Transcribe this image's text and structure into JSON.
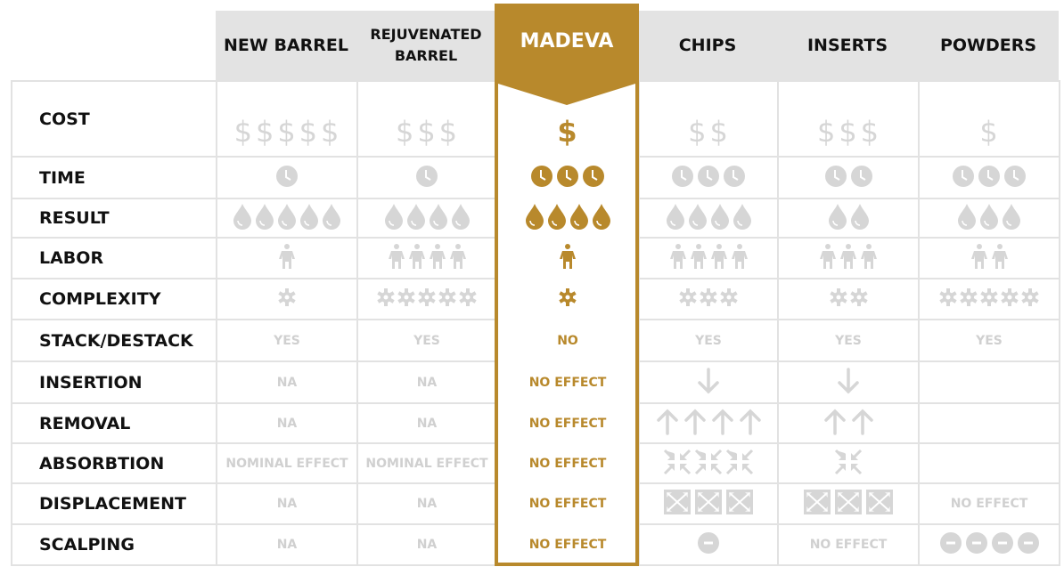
{
  "colors": {
    "accent": "#b8892c",
    "muted": "#d6d6d6",
    "header_bg": "#e3e3e3"
  },
  "columns": [
    "NEW BARREL",
    "REJUVENATED BARREL",
    "MADEVA",
    "CHIPS",
    "INSERTS",
    "POWDERS"
  ],
  "highlight_column": "MADEVA",
  "rows": [
    {
      "label": "COST",
      "cells": [
        {
          "icon": "dollar",
          "count": 5
        },
        {
          "icon": "dollar",
          "count": 3
        },
        {
          "icon": "dollar",
          "count": 1
        },
        {
          "icon": "dollar",
          "count": 2
        },
        {
          "icon": "dollar",
          "count": 3
        },
        {
          "icon": "dollar",
          "count": 1
        }
      ]
    },
    {
      "label": "TIME",
      "cells": [
        {
          "icon": "clock",
          "count": 1
        },
        {
          "icon": "clock",
          "count": 1
        },
        {
          "icon": "clock",
          "count": 3
        },
        {
          "icon": "clock",
          "count": 3
        },
        {
          "icon": "clock",
          "count": 2
        },
        {
          "icon": "clock",
          "count": 3
        }
      ]
    },
    {
      "label": "RESULT",
      "cells": [
        {
          "icon": "drop",
          "count": 5
        },
        {
          "icon": "drop",
          "count": 4
        },
        {
          "icon": "drop",
          "count": 4
        },
        {
          "icon": "drop",
          "count": 4
        },
        {
          "icon": "drop",
          "count": 2
        },
        {
          "icon": "drop",
          "count": 3
        }
      ]
    },
    {
      "label": "LABOR",
      "cells": [
        {
          "icon": "person",
          "count": 1
        },
        {
          "icon": "person",
          "count": 4
        },
        {
          "icon": "person",
          "count": 1
        },
        {
          "icon": "person",
          "count": 4
        },
        {
          "icon": "person",
          "count": 3
        },
        {
          "icon": "person",
          "count": 2
        }
      ]
    },
    {
      "label": "COMPLEXITY",
      "cells": [
        {
          "icon": "gear",
          "count": 1
        },
        {
          "icon": "gear",
          "count": 5
        },
        {
          "icon": "gear",
          "count": 1
        },
        {
          "icon": "gear",
          "count": 3
        },
        {
          "icon": "gear",
          "count": 2
        },
        {
          "icon": "gear",
          "count": 5
        }
      ]
    },
    {
      "label": "STACK/DESTACK",
      "cells": [
        {
          "text": "YES"
        },
        {
          "text": "YES"
        },
        {
          "text": "NO"
        },
        {
          "text": "YES"
        },
        {
          "text": "YES"
        },
        {
          "text": "YES"
        }
      ]
    },
    {
      "label": "INSERTION",
      "cells": [
        {
          "text": "NA"
        },
        {
          "text": "NA"
        },
        {
          "text": "NO EFFECT"
        },
        {
          "icon": "arrow-down",
          "count": 1
        },
        {
          "icon": "arrow-down",
          "count": 1
        },
        {}
      ]
    },
    {
      "label": "REMOVAL",
      "cells": [
        {
          "text": "NA"
        },
        {
          "text": "NA"
        },
        {
          "text": "NO EFFECT"
        },
        {
          "icon": "arrow-up",
          "count": 4
        },
        {
          "icon": "arrow-up",
          "count": 2
        },
        {}
      ]
    },
    {
      "label": "ABSORBTION",
      "cells": [
        {
          "text": "NOMINAL EFFECT"
        },
        {
          "text": "NOMINAL EFFECT"
        },
        {
          "text": "NO EFFECT"
        },
        {
          "icon": "compress",
          "count": 3
        },
        {
          "icon": "compress",
          "count": 1
        },
        {}
      ]
    },
    {
      "label": "DISPLACEMENT",
      "cells": [
        {
          "text": "NA"
        },
        {
          "text": "NA"
        },
        {
          "text": "NO EFFECT"
        },
        {
          "icon": "expand",
          "count": 3
        },
        {
          "icon": "expand",
          "count": 3
        },
        {
          "text": "NO EFFECT"
        }
      ]
    },
    {
      "label": "SCALPING",
      "cells": [
        {
          "text": "NA"
        },
        {
          "text": "NA"
        },
        {
          "text": "NO EFFECT"
        },
        {
          "icon": "minus-circle",
          "count": 1
        },
        {
          "text": "NO EFFECT"
        },
        {
          "icon": "minus-circle",
          "count": 4
        }
      ]
    }
  ]
}
